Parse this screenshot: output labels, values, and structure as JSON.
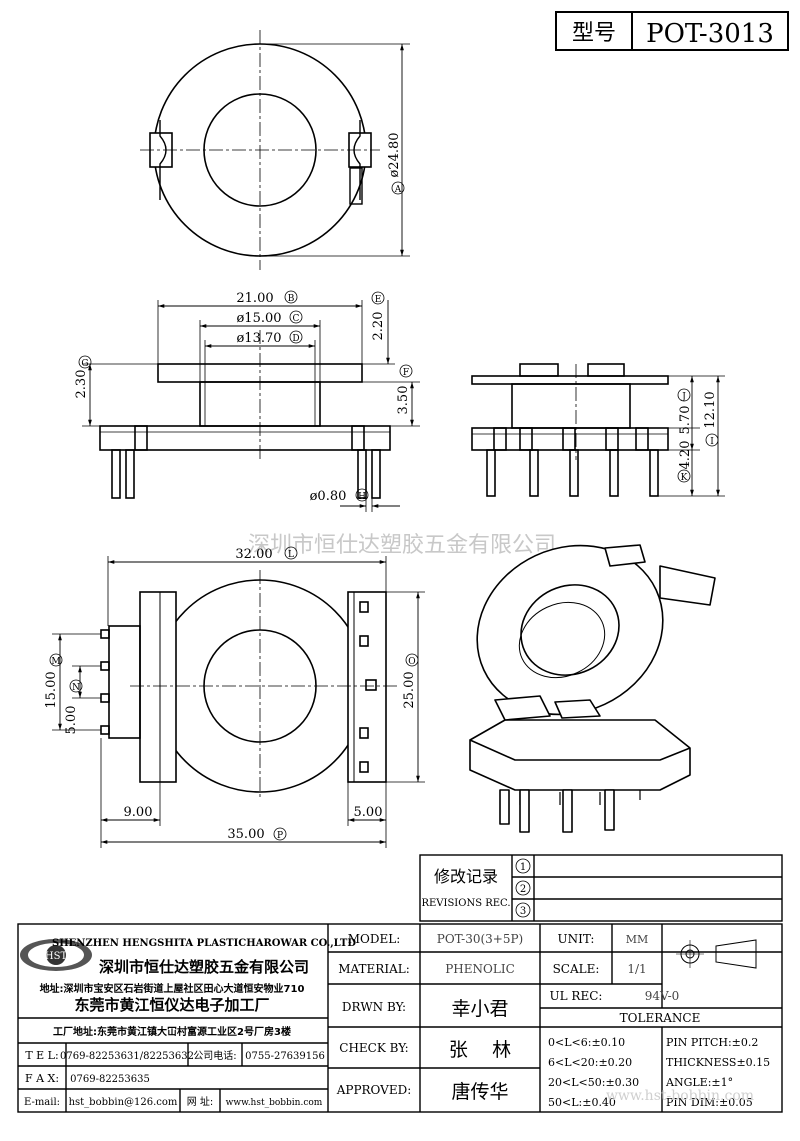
{
  "header": {
    "type_label": "型号",
    "model_no": "POT-3013"
  },
  "watermark": {
    "text": "深圳市恒仕达塑胶五金有限公司",
    "url_fragment": "www.hst-bobbin.com"
  },
  "dimensions": {
    "top_dia": "ø24.80",
    "top_tag": "A",
    "width_outer": "21.00",
    "width_outer_tag": "B",
    "dia_15": "ø15.00",
    "dia_15_tag": "C",
    "dia_13": "ø13.70",
    "dia_13_tag": "D",
    "h_220": "2.20",
    "h_220_tag": "E",
    "h_350": "3.50",
    "h_350_tag": "F",
    "h_230": "2.30",
    "h_230_tag": "G",
    "pin_dia": "ø0.80",
    "pin_dia_tag": "H",
    "h_570": "5.70",
    "h_570_tag": "J",
    "h_420": "4.20",
    "h_420_tag": "K",
    "h_1210": "12.10",
    "h_1210_tag": "I",
    "w_3200": "32.00",
    "w_3200_tag": "L",
    "h_1500": "15.00",
    "h_1500_tag": "M",
    "h_500a": "5.00",
    "h_500a_tag": "N",
    "h_2500": "25.00",
    "h_2500_tag": "O",
    "w_900": "9.00",
    "w_500b": "5.00",
    "w_3500": "35.00",
    "w_3500_tag": "P"
  },
  "revisions": {
    "title": "修改记录",
    "subtitle": "REVISIONS REC.",
    "rows": [
      "1",
      "2",
      "3"
    ]
  },
  "company": {
    "logo": "HST",
    "name_en": "SHENZHEN HENGSHITA PLASTICHAROWAR CO.,LTD",
    "name_cn": "深圳市恒仕达塑胶五金有限公司",
    "address": "地址:深圳市宝安区石岩街道上屋社区田心大道恒安物业710",
    "factory_name": "东莞市黄江恒仪达电子加工厂",
    "factory_address": "工厂地址:东莞市黄江镇大冚村富源工业区2号厂房3楼",
    "tel_label": "T E L:",
    "tel": "0769-82253631/82253632",
    "company_tel_label": "公司电话:",
    "company_tel": "0755-27639156",
    "fax_label": "F A X:",
    "fax": "0769-82253635",
    "email_label": "E-mail:",
    "email": "hst_bobbin@126.com",
    "web_label": "网 址:",
    "web": "www.hst_bobbin.com"
  },
  "spec": {
    "model_label": "MODEL:",
    "model": "POT-30(3+5P)",
    "unit_label": "UNIT:",
    "unit": "MM",
    "material_label": "MATERIAL:",
    "material": "PHENOLIC",
    "scale_label": "SCALE:",
    "scale": "1/1",
    "drawn_label": "DRWN BY:",
    "drawn": "幸小君",
    "ulrec_label": "UL REC:",
    "ulrec": "94V-0",
    "tolerance_label": "TOLERANCE",
    "check_label": "CHECK BY:",
    "check": "张    林",
    "approved_label": "APPROVED:",
    "approved": "唐传华",
    "tol": [
      "0<L<6:±0.10",
      "6<L<20:±0.20",
      "20<L<50:±0.30",
      "50<L:±0.40"
    ],
    "tol2": [
      "PIN PITCH:±0.2",
      "THICKNESS±0.15",
      "ANGLE:±1°",
      "PIN DIM:±0.05"
    ]
  }
}
